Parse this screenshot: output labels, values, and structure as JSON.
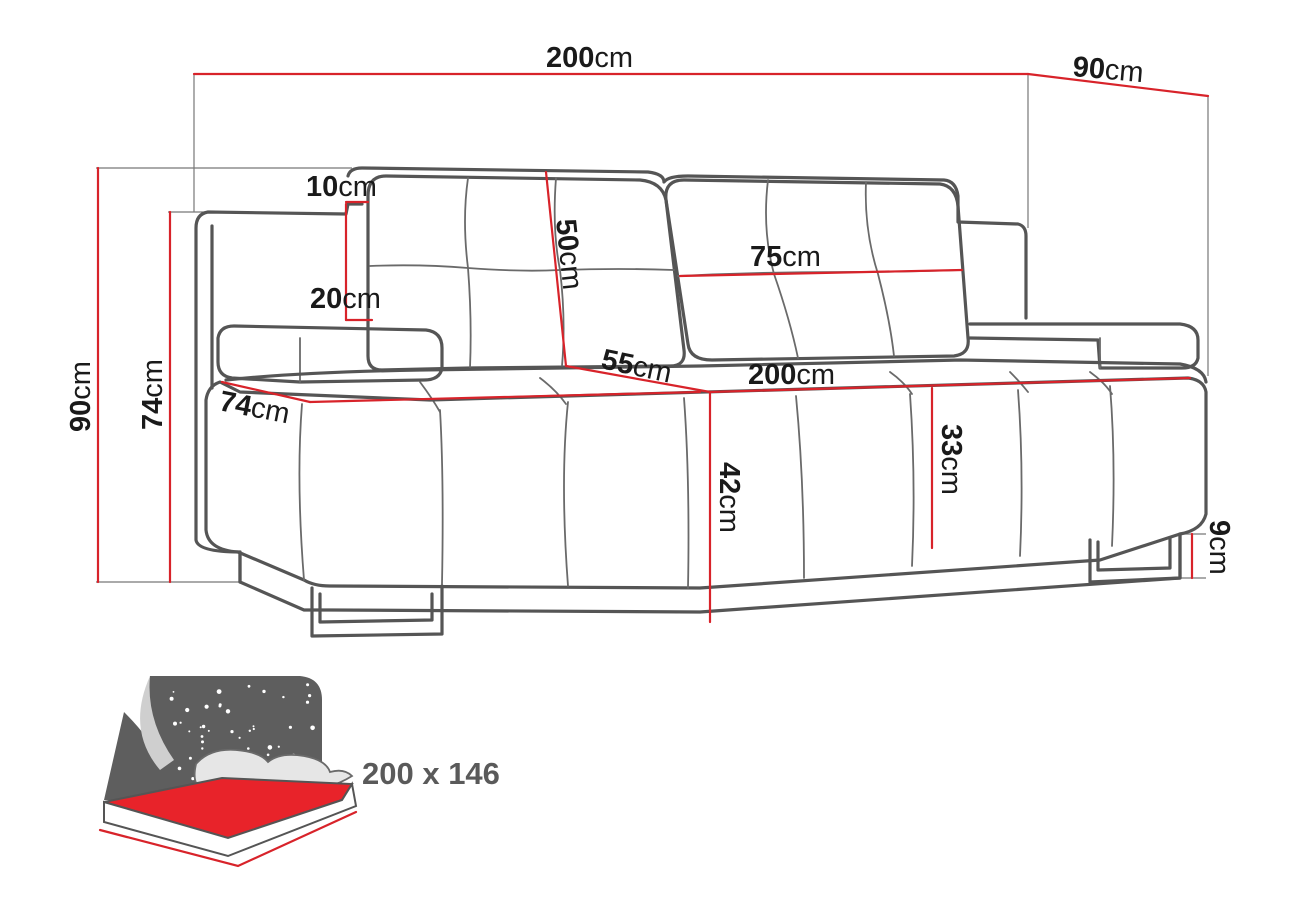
{
  "unit": "cm",
  "dimensions": {
    "total_width": {
      "value": "200",
      "unit": "cm"
    },
    "total_depth": {
      "value": "90",
      "unit": "cm"
    },
    "total_height": {
      "value": "90",
      "unit": "cm"
    },
    "armrest_height": {
      "value": "74",
      "unit": "cm"
    },
    "armrest_depth": {
      "value": "74",
      "unit": "cm"
    },
    "backrest_step": {
      "value": "10",
      "unit": "cm"
    },
    "armrest_width": {
      "value": "20",
      "unit": "cm"
    },
    "backrest_height": {
      "value": "50",
      "unit": "cm"
    },
    "cushion_width": {
      "value": "75",
      "unit": "cm"
    },
    "seat_depth": {
      "value": "55",
      "unit": "cm"
    },
    "seat_width": {
      "value": "200",
      "unit": "cm"
    },
    "seat_height": {
      "value": "42",
      "unit": "cm"
    },
    "base_height": {
      "value": "33",
      "unit": "cm"
    },
    "leg_height": {
      "value": "9",
      "unit": "cm"
    }
  },
  "sleeping_area": {
    "label": "200 x 146"
  },
  "colors": {
    "dimension_line": "#d8232a",
    "outline": "#555555",
    "bed_surface": "#e8232a",
    "night_background": "#5e5e5e",
    "stars": "#ffffff"
  },
  "icons": [
    "sofa-drawing",
    "sleeping-bed-icon"
  ]
}
